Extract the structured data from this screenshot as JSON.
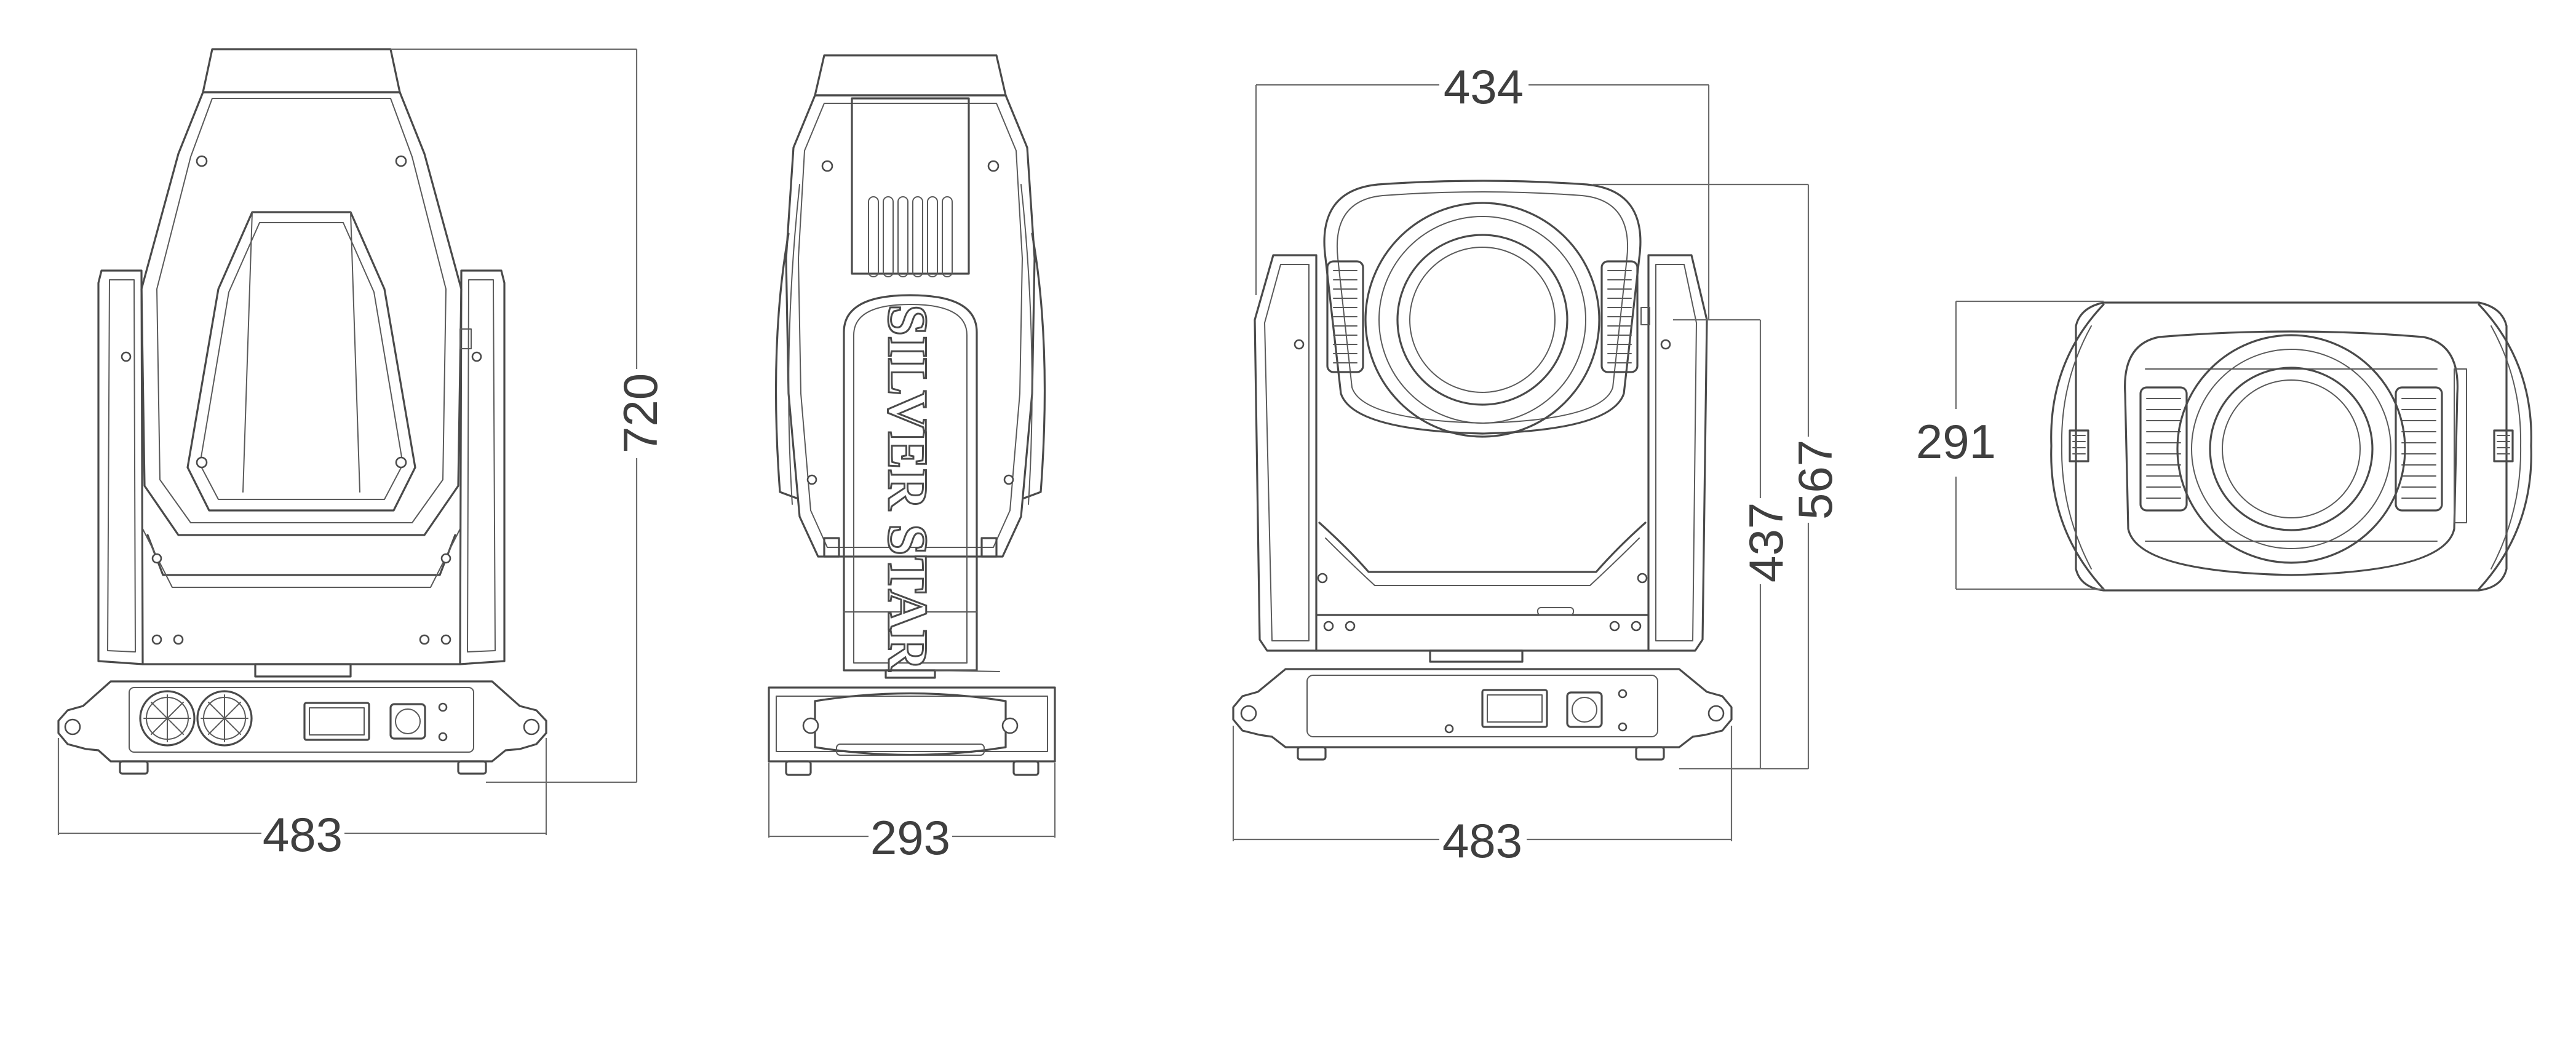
{
  "views": {
    "front": {
      "width_label": "483",
      "height_label": "720"
    },
    "side": {
      "width_label": "293",
      "brand_text": "SILVER STAR"
    },
    "front_head": {
      "top_width_label": "434",
      "base_width_label": "483",
      "yoke_height_label": "437",
      "total_height_label": "567"
    },
    "top": {
      "depth_label": "291"
    }
  },
  "colors": {
    "line": "#4a4a4a",
    "dimension": "#6b6b6b",
    "background": "#ffffff"
  }
}
